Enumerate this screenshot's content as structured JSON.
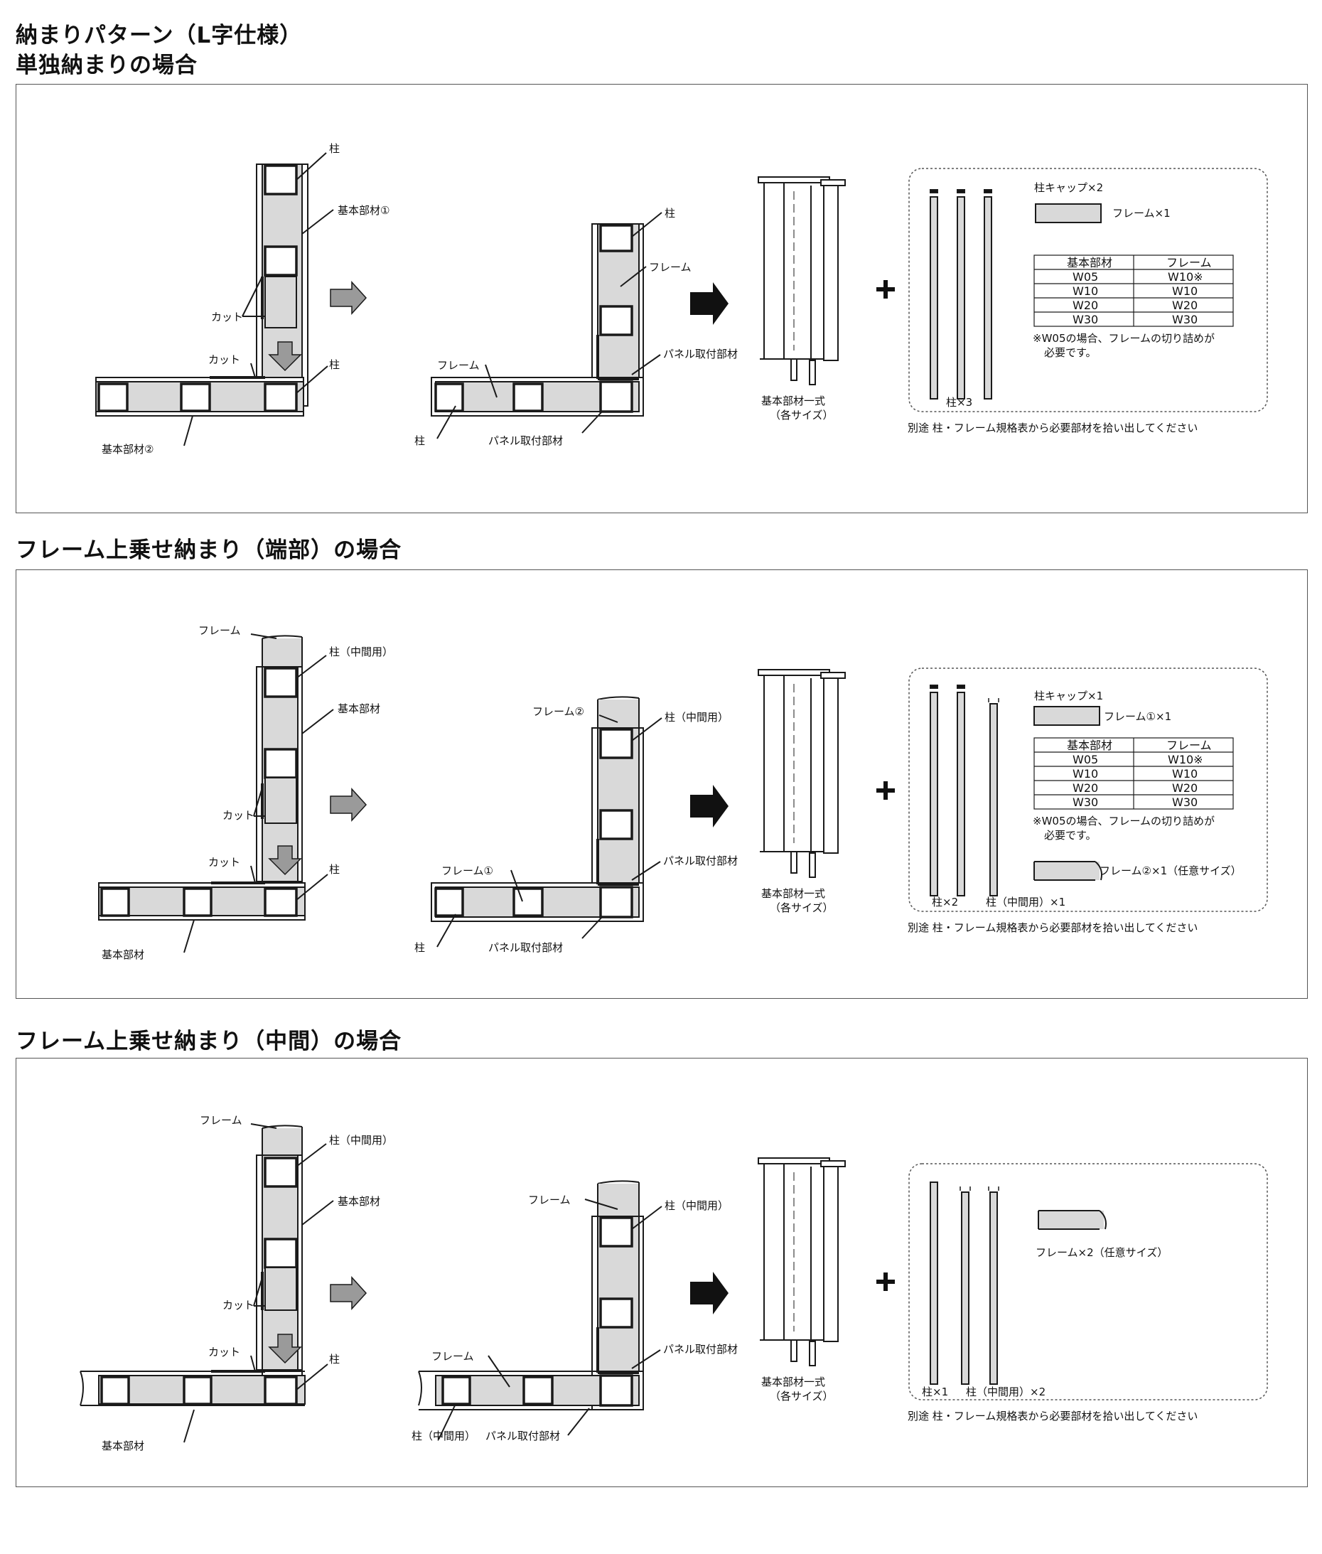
{
  "headings": {
    "title": "納まりパターン（L字仕様）",
    "sec1": "単独納まりの場合",
    "sec2": "フレーム上乗せ納まり（端部）の場合",
    "sec3": "フレーム上乗せ納まり（中間）の場合"
  },
  "colors": {
    "fill": "#d9d9d9",
    "stroke": "#1a1a1a",
    "arrow_gray": "#9a9a9a",
    "arrow_dark": "#111111"
  },
  "icons": {
    "right_arrow_gray": "arrow-right-icon",
    "down_arrow_gray": "arrow-down-icon",
    "right_arrow_dark": "arrow-right-icon",
    "plus": "plus-icon"
  },
  "sec1": {
    "a": {
      "pillar": "柱",
      "base1": "基本部材①",
      "cut_v": "カット",
      "cut_h": "カット",
      "pillar2": "柱",
      "base2": "基本部材②"
    },
    "b": {
      "pillar": "柱",
      "frame": "フレーム",
      "panel_parts": "パネル取付部材",
      "frame2": "フレーム",
      "pillar2": "柱",
      "panel_parts2": "パネル取付部材"
    },
    "c": {
      "set_label": "基本部材一式",
      "set_sub": "（各サイズ）"
    },
    "d": {
      "cap": "柱キャップ×2",
      "frame_count": "フレーム×1",
      "pillar_count": "柱×3",
      "note1": "※W05の場合、フレームの切り詰めが",
      "note2": "必要です。",
      "footer": "別途 柱・フレーム規格表から必要部材を拾い出してください"
    },
    "table": {
      "headers": [
        "基本部材",
        "フレーム"
      ],
      "rows": [
        [
          "W05",
          "W10※"
        ],
        [
          "W10",
          "W10"
        ],
        [
          "W20",
          "W20"
        ],
        [
          "W30",
          "W30"
        ]
      ]
    }
  },
  "sec2": {
    "a": {
      "frame": "フレーム",
      "pillar_mid": "柱（中間用）",
      "base": "基本部材",
      "cut_v": "カット",
      "cut_h": "カット",
      "pillar2": "柱",
      "base2": "基本部材"
    },
    "b": {
      "frame2": "フレーム②",
      "pillar_mid": "柱（中間用）",
      "panel_parts": "パネル取付部材",
      "frame1": "フレーム①",
      "pillar": "柱",
      "panel_parts2": "パネル取付部材"
    },
    "c": {
      "set_label": "基本部材一式",
      "set_sub": "（各サイズ）"
    },
    "d": {
      "cap": "柱キャップ×1",
      "frame1_count": "フレーム①×1",
      "note1": "※W05の場合、フレームの切り詰めが",
      "note2": "必要です。",
      "frame2_count": "フレーム②×1（任意サイズ）",
      "pillar_count": "柱×2",
      "pillar_mid_count": "柱（中間用）×1",
      "footer": "別途 柱・フレーム規格表から必要部材を拾い出してください"
    },
    "table": {
      "headers": [
        "基本部材",
        "フレーム"
      ],
      "rows": [
        [
          "W05",
          "W10※"
        ],
        [
          "W10",
          "W10"
        ],
        [
          "W20",
          "W20"
        ],
        [
          "W30",
          "W30"
        ]
      ]
    }
  },
  "sec3": {
    "a": {
      "frame": "フレーム",
      "pillar_mid": "柱（中間用）",
      "base": "基本部材",
      "cut_v": "カット",
      "cut_h": "カット",
      "pillar2": "柱",
      "base2": "基本部材"
    },
    "b": {
      "frame": "フレーム",
      "pillar_mid": "柱（中間用）",
      "panel_parts": "パネル取付部材",
      "frame2": "フレーム",
      "pillar_mid2": "柱（中間用）",
      "panel_parts2": "パネル取付部材"
    },
    "c": {
      "set_label": "基本部材一式",
      "set_sub": "（各サイズ）"
    },
    "d": {
      "frame_count": "フレーム×2（任意サイズ）",
      "pillar_count": "柱×1",
      "pillar_mid_count": "柱（中間用）×2",
      "footer": "別途 柱・フレーム規格表から必要部材を拾い出してください"
    }
  }
}
